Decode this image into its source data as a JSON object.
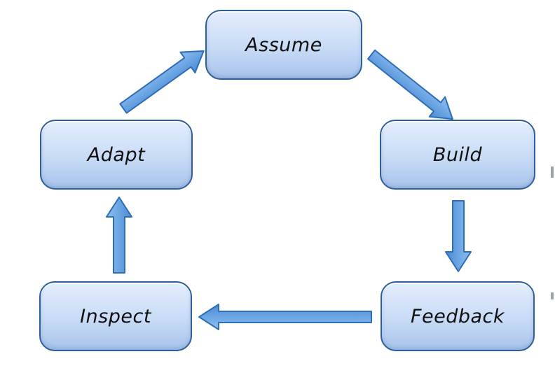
{
  "diagram": {
    "nodes": {
      "assume": "Assume",
      "build": "Build",
      "feedback": "Feedback",
      "inspect": "Inspect",
      "adapt": "Adapt"
    },
    "colors": {
      "node_border": "#2f5f9a",
      "node_fill_top": "#e4eefc",
      "node_fill_bottom": "#a8c4ea",
      "arrow_fill": "#5f9fe0",
      "arrow_stroke": "#2f6db5"
    }
  }
}
